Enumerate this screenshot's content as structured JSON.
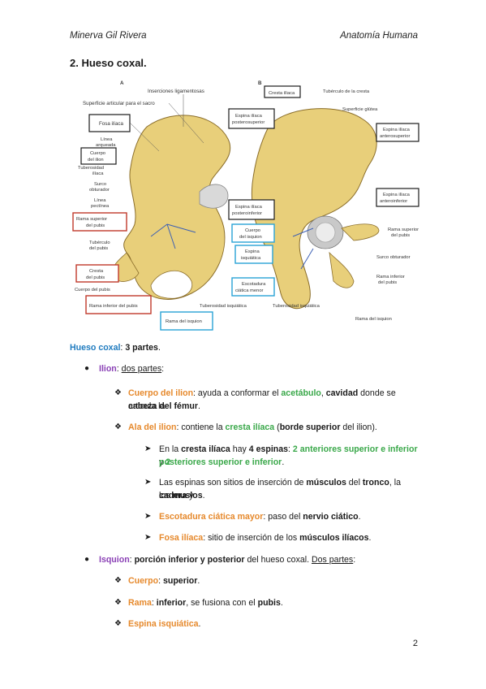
{
  "header": {
    "left": "Minerva Gil Rivera",
    "right": "Anatomía Humana"
  },
  "section_title": "2. Hueso coxal.",
  "figure": {
    "panel_a": "A",
    "panel_b": "B",
    "labels": {
      "inserciones": "Inserciones ligamentosas",
      "superficie_articular": "Superficie articular para el sacro",
      "fosa_iliaca": "Fosa ilíaca",
      "linea_arqueada_1": "Línea",
      "linea_arqueada_2": "arqueada",
      "cuerpo_ilion_1": "Cuerpo",
      "cuerpo_ilion_2": "del ilion",
      "tuberosidad_iliaca_1": "Tuberosidad",
      "tuberosidad_iliaca_2": "ilíaca",
      "surco_obturador_1": "Surco",
      "surco_obturador_2": "obturador",
      "linea_pectinea_1": "Línea",
      "linea_pectinea_2": "pectínea",
      "rama_superior_1": "Rama superior",
      "rama_superior_2": "del pubis",
      "tuberculo_pubis_1": "Tubérculo",
      "tuberculo_pubis_2": "del pubis",
      "cresta_pubis_1": "Cresta",
      "cresta_pubis_2": "del pubis",
      "cuerpo_pubis": "Cuerpo del pubis",
      "rama_inferior_pubis": "Rama inferior del pubis",
      "rama_isquion": "Rama del isquion",
      "tuberosidad_isquiatica": "Tuberosidad isquiática",
      "espina_ps_1": "Espina ilíaca",
      "espina_ps_2": "posterosuperior",
      "espina_pi_1": "Espina ilíaca",
      "espina_pi_2": "posteroinferior",
      "cuerpo_isquion_1": "Cuerpo",
      "cuerpo_isquion_2": "del isquion",
      "espina_isq_1": "Espina",
      "espina_isq_2": "isquiática",
      "escotadura_1": "Escotadura",
      "escotadura_2": "ciática menor",
      "cresta_iliaca": "Cresta ilíaca",
      "tuberculo_cresta": "Tubérculo de la cresta",
      "superficie_glutea": "Superficie glútea",
      "espina_as_1": "Espina ilíaca",
      "espina_as_2": "anterosuperior",
      "espina_ai_1": "Espina ilíaca",
      "espina_ai_2": "anteroinferior",
      "rama_sup_b_1": "Rama superior",
      "rama_sup_b_2": "del pubis",
      "surco_obturador_b": "Surco obturador",
      "rama_inf_b_1": "Rama inferior",
      "rama_inf_b_2": "del pubis",
      "tuberosidad_isq_b": "Tuberosidad isquiática",
      "rama_isquion_b": "Rama del isquion"
    }
  },
  "content": {
    "l1": {
      "a": "Hueso coxal",
      "b": ": ",
      "c": "3 partes",
      "d": "."
    },
    "l2": {
      "a": "Ilion",
      "b": ": ",
      "c": "dos partes",
      "d": ":"
    },
    "l3": {
      "a": "Cuerpo del ilion",
      "b": ": ayuda a conformar el ",
      "c": "acetábulo",
      "d": ", ",
      "e": "cavidad",
      "f": " donde se articula la"
    },
    "l3b": {
      "a": "cabeza del fémur",
      "b": "."
    },
    "l4": {
      "a": "Ala del ilion",
      "b": ": contiene la ",
      "c": "cresta ilíaca",
      "d": " (",
      "e": "borde superior",
      "f": " del ilion)."
    },
    "l5": {
      "a": "En la ",
      "b": "cresta ilíaca",
      "c": " hay ",
      "d": "4 espinas",
      "e": ": ",
      "f": "2 anteriores superior e inferior",
      "g": " y ",
      "h": "2"
    },
    "l5b": {
      "a": "posteriores superior e inferior",
      "b": "."
    },
    "l6": {
      "a": "Las espinas son sitios de inserción de ",
      "b": "músculos",
      "c": " del ",
      "d": "tronco",
      "e": ", la ",
      "f": "cadera",
      "g": " y"
    },
    "l6b": {
      "a": "los ",
      "b": "muslos",
      "c": "."
    },
    "l7": {
      "a": "Escotadura ciática mayor",
      "b": ": paso del ",
      "c": "nervio ciático",
      "d": "."
    },
    "l8": {
      "a": "Fosa ilíaca",
      "b": ": sitio de inserción de los ",
      "c": "músculos ilíacos",
      "d": "."
    },
    "l9": {
      "a": "Isquion",
      "b": ": ",
      "c": "porción inferior y posterior",
      "d": " del hueso coxal. ",
      "e": "Dos partes",
      "f": ":"
    },
    "l10": {
      "a": "Cuerpo",
      "b": ": ",
      "c": "superior",
      "d": "."
    },
    "l11": {
      "a": "Rama",
      "b": ": ",
      "c": "inferior",
      "d": ", se fusiona con el ",
      "e": "pubis",
      "f": "."
    },
    "l12": {
      "a": "Espina isquiática",
      "b": "."
    }
  },
  "page_number": "2",
  "colors": {
    "blue": "#1f7bbf",
    "purple": "#8a40b5",
    "orange": "#e6892c",
    "green": "#3aa84a",
    "bone": "#e8cf7a",
    "box_black": "#1a1a1a",
    "box_red": "#c0392b",
    "box_cyan": "#29a3d6"
  },
  "icons": {
    "bullet": "black-dot",
    "sub_bullet": "diamond-star",
    "sub_sub_bullet": "arrowhead"
  }
}
